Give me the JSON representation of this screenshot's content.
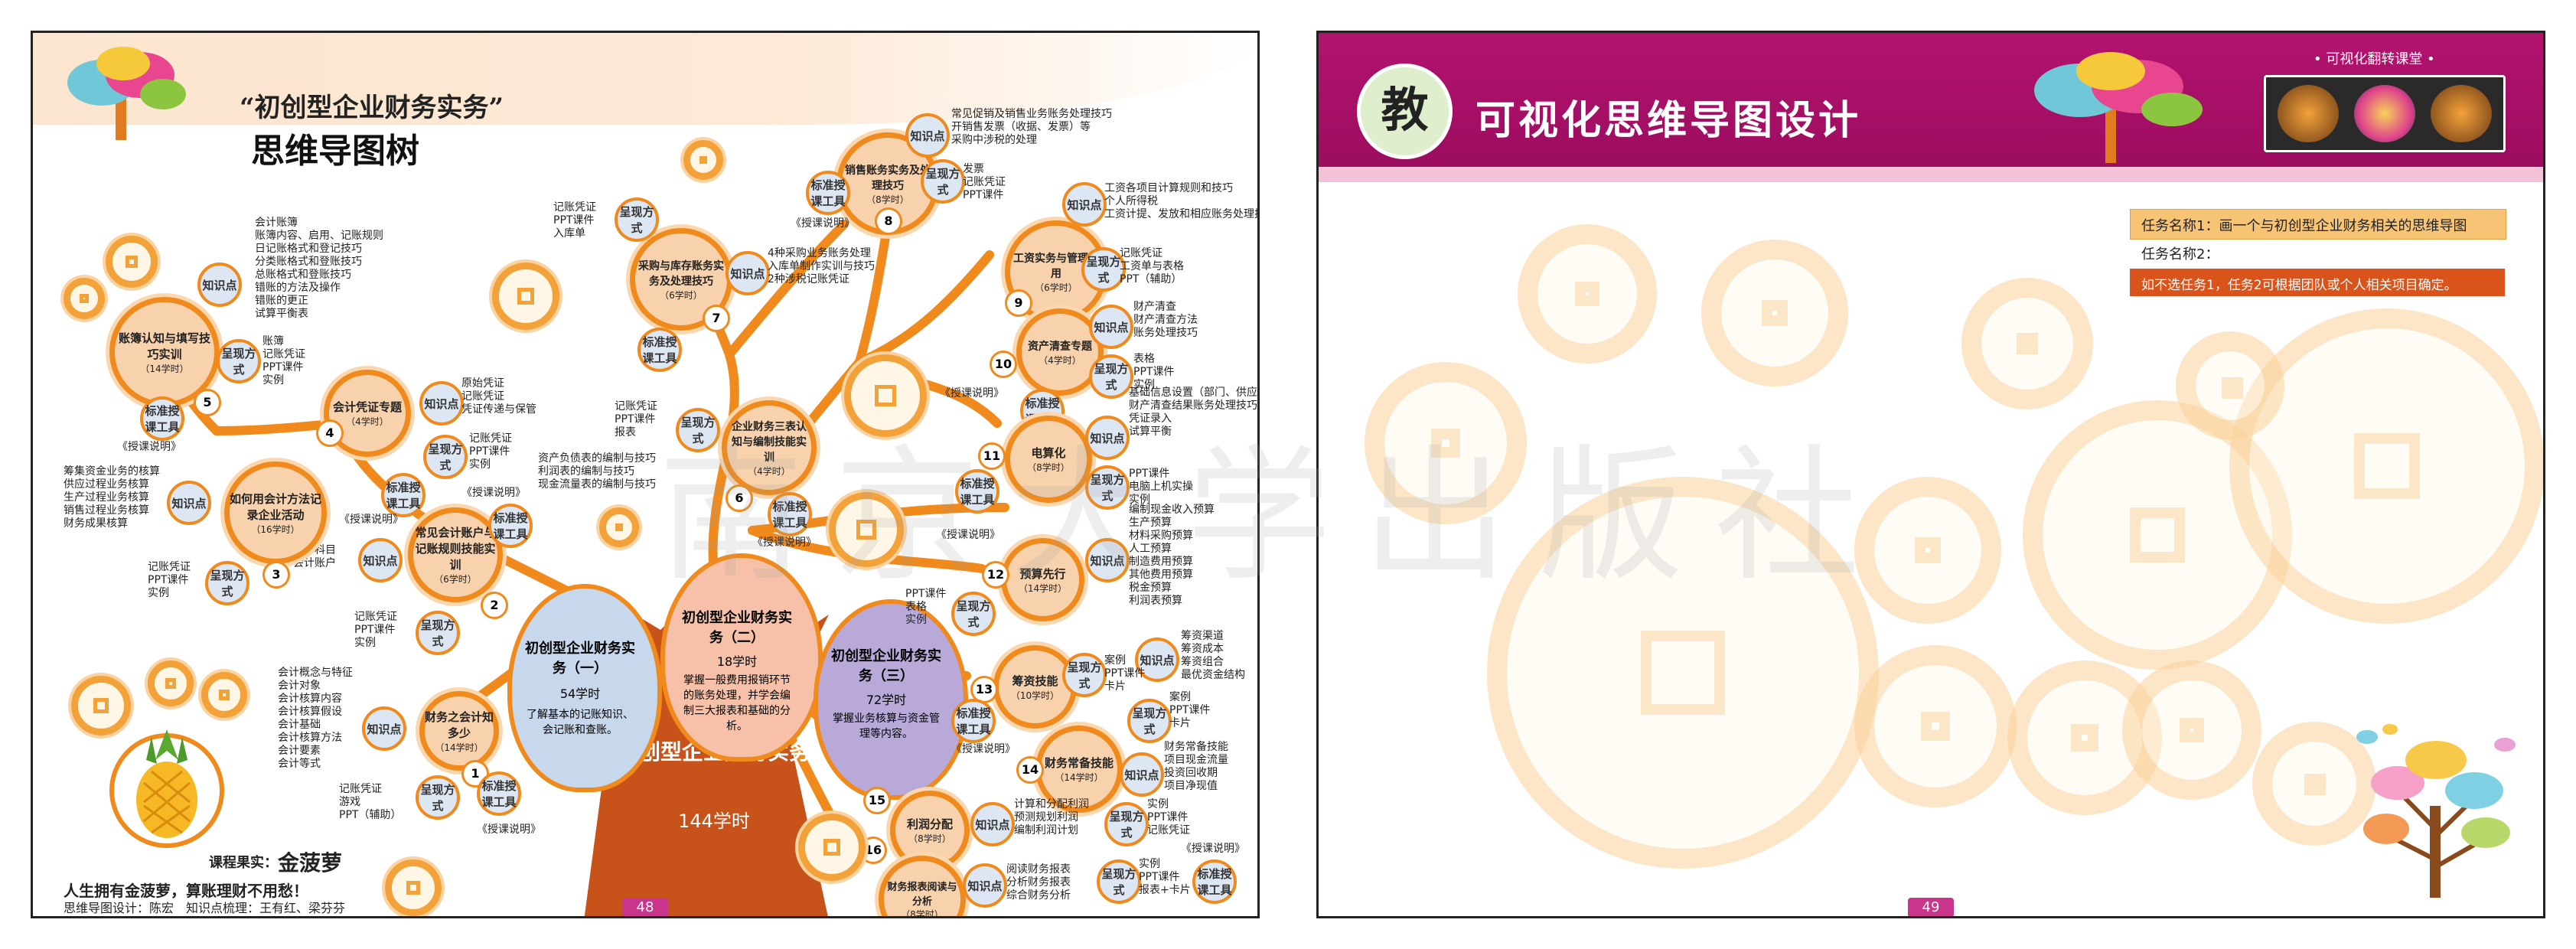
{
  "left_page": {
    "course_title": "“初创型企业财务实务”",
    "subtitle": "思维导图树",
    "page_number": "48",
    "trunk": {
      "title": "初创型企业财务实务",
      "hours": "144学时"
    },
    "fruits": [
      {
        "title": "初创型企业财务实务（一）",
        "hours": "54学时",
        "desc": "了解基本的记账知识、会记账和查账。"
      },
      {
        "title": "初创型企业财务实务（二）",
        "hours": "18学时",
        "desc": "掌握一般费用报销环节的账务处理，并学会编制三大报表和基础的分析。"
      },
      {
        "title": "初创型企业财务实务（三）",
        "hours": "72学时",
        "desc": "掌握业务核算与资金管理等内容。"
      }
    ],
    "course_fruit_label": "课程果实：",
    "course_fruit_name": "金菠萝",
    "slogan": "人生拥有金菠萝，算账理财不用愁！",
    "credits": "思维导图设计：陈宏　知识点梳理：王有红、梁芬芬",
    "modules": [
      {
        "num": "1",
        "name": "财务之会计知多少",
        "hours": "（14学时）",
        "knowledge": [
          "会计概念与特征",
          "会计对象",
          "会计核算内容",
          "会计核算假设",
          "会计基础",
          "会计核算方法",
          "会计要素",
          "会计等式"
        ],
        "method": [
          "记账凭证",
          "游戏",
          "PPT（辅助）"
        ]
      },
      {
        "num": "2",
        "name": "常见会计账户与记账规则技能实训",
        "hours": "（6学时）",
        "knowledge": [
          "会计科目",
          "会计账户"
        ],
        "method": [
          "记账凭证",
          "PPT课件",
          "实例"
        ]
      },
      {
        "num": "3",
        "name": "如何用会计方法记录企业活动",
        "hours": "（16学时）",
        "knowledge": [
          "筹集资金业务的核算",
          "供应过程业务核算",
          "生产过程业务核算",
          "销售过程业务核算",
          "财务成果核算"
        ],
        "method": [
          "记账凭证",
          "PPT课件",
          "实例"
        ]
      },
      {
        "num": "4",
        "name": "会计凭证专题",
        "hours": "（4学时）",
        "knowledge": [
          "原始凭证",
          "记账凭证",
          "凭证传递与保管"
        ],
        "method": [
          "记账凭证",
          "PPT课件",
          "实例"
        ]
      },
      {
        "num": "5",
        "name": "账簿认知与填写技巧实训",
        "hours": "（14学时）",
        "knowledge": [
          "会计账簿",
          "账簿内容、启用、记账规则",
          "日记账格式和登记技巧",
          "分类账格式和登账技巧",
          "总账格式和登账技巧",
          "错账的方法及操作",
          "错账的更正",
          "试算平衡表"
        ],
        "method": [
          "账簿",
          "记账凭证",
          "PPT课件",
          "实例"
        ]
      },
      {
        "num": "6",
        "name": "企业财务三表认知与编制技能实训",
        "hours": "（4学时）",
        "knowledge": [
          "资产负债表的编制与技巧",
          "利润表的编制与技巧",
          "现金流量表的编制与技巧"
        ],
        "method": [
          "记账凭证",
          "PPT课件",
          "报表"
        ]
      },
      {
        "num": "7",
        "name": "采购与库存账务实务及处理技巧",
        "hours": "（6学时）",
        "knowledge": [
          "4种采购业务账务处理",
          "入库单制作实训与技巧",
          "2种涉税记账凭证"
        ],
        "method": [
          "记账凭证",
          "PPT课件",
          "入库单"
        ]
      },
      {
        "num": "8",
        "name": "销售账务实务及处理技巧",
        "hours": "（8学时）",
        "knowledge": [
          "常见促销及销售业务账务处理技巧",
          "开销售发票（收据、发票）等",
          "采购中涉税的处理"
        ],
        "method": [
          "发票",
          "记账凭证",
          "PPT课件"
        ]
      },
      {
        "num": "9",
        "name": "工资实务与管理费用",
        "hours": "（6学时）",
        "knowledge": [
          "工资各项目计算规则和技巧",
          "个人所得税",
          "工资计提、发放和相应账务处理技巧"
        ],
        "method": [
          "记账凭证",
          "工资单与表格",
          "PPT（辅助）"
        ]
      },
      {
        "num": "10",
        "name": "资产清查专题",
        "hours": "（4学时）",
        "knowledge": [
          "财产清查",
          "财产清查方法",
          "账务处理技巧"
        ],
        "method": [
          "表格",
          "PPT课件",
          "实例"
        ]
      },
      {
        "num": "11",
        "name": "电算化",
        "hours": "（8学时）",
        "knowledge": [
          "基础信息设置（部门、供应商、凭证记账等）",
          "财产清查结果账务处理技巧",
          "凭证录入",
          "试算平衡"
        ],
        "method": [
          "PPT课件",
          "电脑上机实操",
          "实例"
        ]
      },
      {
        "num": "12",
        "name": "预算先行",
        "hours": "（14学时）",
        "knowledge": [
          "编制现金收入预算",
          "生产预算",
          "材料采购预算",
          "人工预算",
          "制造费用预算",
          "其他费用预算",
          "税金预算",
          "利润表预算"
        ],
        "method": [
          "PPT课件",
          "表格",
          "实例"
        ]
      },
      {
        "num": "13",
        "name": "筹资技能",
        "hours": "（10学时）",
        "knowledge": [
          "筹资渠道",
          "筹资成本",
          "筹资组合",
          "最优资金结构"
        ],
        "method": [
          "案例",
          "PPT课件",
          "卡片"
        ]
      },
      {
        "num": "14",
        "name": "财务常备技能",
        "hours": "（14学时）",
        "knowledge": [
          "财务常备技能",
          "项目现金流量",
          "投资回收期",
          "项目净现值"
        ],
        "method": [
          "案例",
          "PPT课件",
          "卡片"
        ]
      },
      {
        "num": "15",
        "name": "利润分配",
        "hours": "（8学时）",
        "knowledge": [
          "计算和分配利润",
          "预测规划利润",
          "编制利润计划"
        ],
        "method": [
          "实例",
          "PPT课件",
          "记账凭证"
        ]
      },
      {
        "num": "16",
        "name": "财务报表阅读与分析",
        "hours": "（8学时）",
        "knowledge": [
          "阅读财务报表",
          "分析财务报表",
          "综合财务分析"
        ],
        "method": [
          "实例",
          "PPT课件",
          "报表+卡片"
        ]
      }
    ],
    "labels": {
      "knowledge": "知识点",
      "method": "呈现方式",
      "standard": "标准授课工具",
      "teach_note": "《授课说明》"
    }
  },
  "right_page": {
    "badge": "教",
    "title": "可视化思维导图设计",
    "banner_caption": "• 可视化翻转课堂 •",
    "page_number": "49",
    "task1": "任务名称1：画一个与初创型企业财务相关的思维导图",
    "task2": "任务名称2：",
    "note": "如不选任务1，任务2可根据团队或个人相关项目确定。"
  },
  "watermark": "南京大学出版社",
  "colors": {
    "accent": "#f08a1c",
    "banner": "#b3136f",
    "trunk": "#c8531a",
    "task_bar": "#f7c476",
    "note_bar": "#d9531b"
  }
}
